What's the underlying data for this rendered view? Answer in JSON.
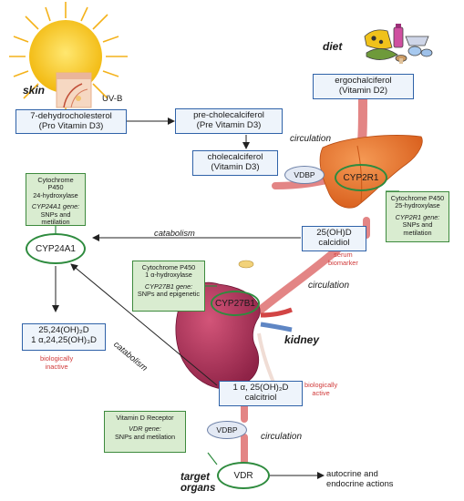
{
  "labels": {
    "diet": "diet",
    "skin": "skin",
    "uvb": "UV-B",
    "circulation1": "circulation",
    "circulation2": "circulation",
    "circulation3": "circulation",
    "catabolism1": "catabolism",
    "catabolism2": "catabolism",
    "kidney": "kidney",
    "target_organs_1": "target",
    "target_organs_2": "organs",
    "serum_biomarker_1": "serum",
    "serum_biomarker_2": "biomarker",
    "bio_inactive_1": "biologically",
    "bio_inactive_2": "inactive",
    "bio_active_1": "biologically",
    "bio_active_2": "active",
    "autocrine_1": "autocrine and",
    "autocrine_2": "endocrine actions",
    "vdbp_1": "VDBP",
    "vdbp_2": "VDBP"
  },
  "boxes": {
    "dehydro_1": "7-dehydrocholesterol",
    "dehydro_2": "(Pro Vitamin D3)",
    "precal_1": "pre-cholecalciferol",
    "precal_2": "(Pre Vitamin D3)",
    "chole_1": "cholecalciferol",
    "chole_2": "(Vitamin D3)",
    "ergo_1": "ergochalciferol",
    "ergo_2": "(Vitamin D2)",
    "calcidiol_1": "25(OH)D",
    "calcidiol_2": "calcidiol",
    "calcitriol_1": "1 α, 25(OH)₂D",
    "calcitriol_2": "calcitriol",
    "metab_1": "25,24(OH)₂D",
    "metab_2": "1 α,24,25(OH)₃D"
  },
  "enzymes": {
    "cyp24a1": "CYP24A1",
    "cyp2r1": "CYP2R1",
    "cyp27b1": "CYP27B1",
    "vdr": "VDR"
  },
  "green_boxes": {
    "g24_1": "Cytochrome P450",
    "g24_2": "24-hydroxylase",
    "g24_gene": "CYP24A1 gene:",
    "g24_3": "SNPs and metilation",
    "g2r1_1": "Cytochrome P450",
    "g2r1_2": "25-hydroxylase",
    "g2r1_gene": "CYP2R1 gene:",
    "g2r1_3": "SNPs and metilation",
    "g27_1": "Cytochrome P450",
    "g27_2": "1 α-hydroxylase",
    "g27_gene": "CYP27B1 gene:",
    "g27_3": "SNPs and epigenetic",
    "gvdr_1": "Vitamin D Receptor",
    "gvdr_gene": "VDR gene:",
    "gvdr_3": "SNPs and metilation"
  },
  "colors": {
    "box_border": "#2f62a8",
    "box_fill": "#eef4fb",
    "enzyme_ring": "#2e8b3e",
    "green_box_fill": "#d9ecd0",
    "vessel": "#e07b7b",
    "red_text": "#d03a3a",
    "liver": "#e8722e",
    "kidney": "#b7355a",
    "sun": "#f6c81f"
  },
  "icons": [
    "sun-icon",
    "skin-icon",
    "food-icon",
    "liver-icon",
    "kidney-icon"
  ]
}
